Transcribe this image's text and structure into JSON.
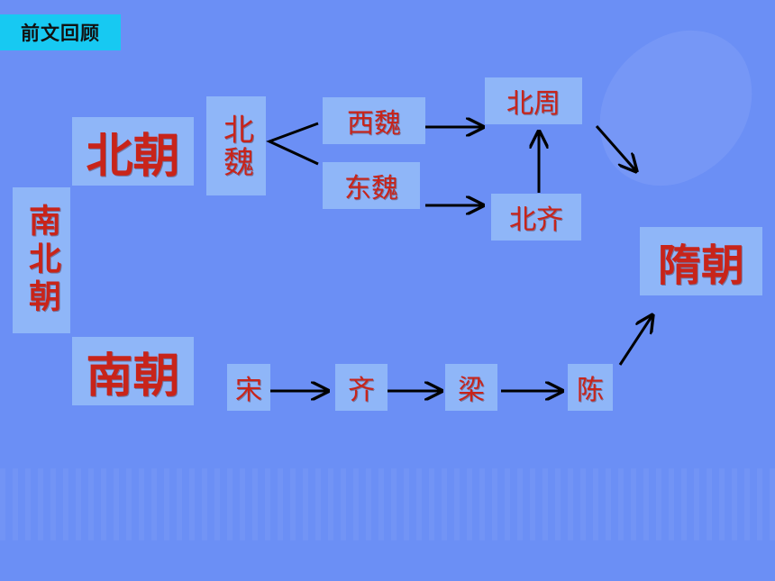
{
  "header": {
    "title": "前文回顾"
  },
  "diagram": {
    "root": "南北朝",
    "north": "北朝",
    "south": "南朝",
    "north_wei": "北魏",
    "west_wei": "西魏",
    "east_wei": "东魏",
    "north_zhou": "北周",
    "north_qi": "北齐",
    "sui": "隋朝",
    "song": "宋",
    "qi": "齐",
    "liang": "梁",
    "chen": "陈"
  },
  "colors": {
    "background": "#6b8ff5",
    "box": "#8fb6f8",
    "text": "#c8241a",
    "header": "#17c9f2"
  }
}
